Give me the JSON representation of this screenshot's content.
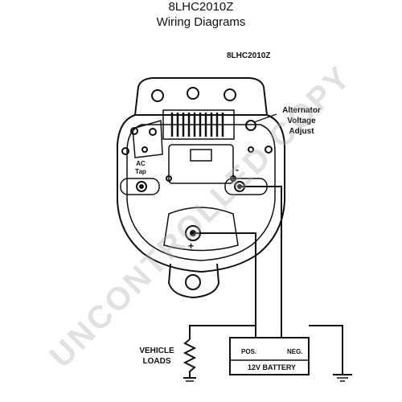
{
  "header": {
    "model_title": "8LHC2010Z",
    "subtitle": "Wiring Diagrams"
  },
  "diagram": {
    "model_label": "8LHC2010Z",
    "adjust_label": [
      "Alternator",
      "Voltage",
      "Adjust"
    ],
    "ac_tap_label": [
      "AC",
      "Tap"
    ],
    "negative_symbol": "-",
    "positive_symbol": "+",
    "vehicle_loads_label": [
      "VEHICLE",
      "LOADS"
    ],
    "battery": {
      "pos_label": "POS.",
      "neg_label": "NEG.",
      "name": "12V BATTERY"
    },
    "watermark": "UNCONTROLLED COPY"
  }
}
